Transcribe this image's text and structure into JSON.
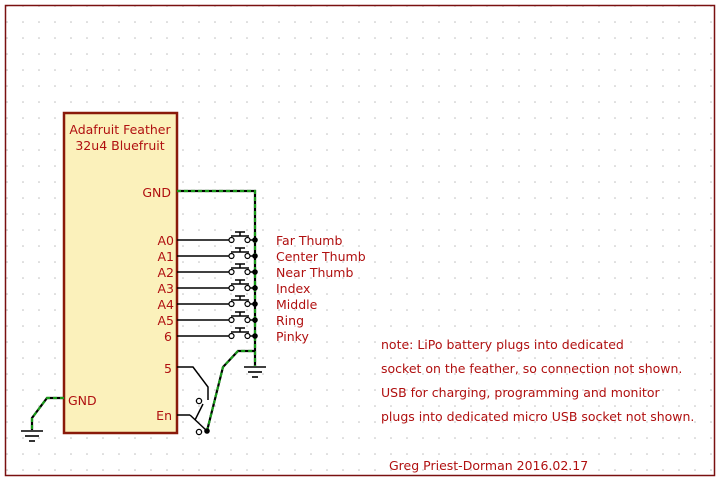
{
  "component": {
    "title_line1": "Adafruit Feather",
    "title_line2": "32u4 Bluefruit",
    "pins_right": [
      "GND",
      "A0",
      "A1",
      "A2",
      "A3",
      "A4",
      "A5",
      "6",
      "5",
      "En"
    ],
    "pin_left": "GND"
  },
  "switch_labels": [
    "Far Thumb",
    "Center Thumb",
    "Near Thumb",
    "Index",
    "Middle",
    "Ring",
    "Pinky"
  ],
  "notes": [
    "note: LiPo battery plugs into dedicated",
    "socket on the feather, so connection not shown.",
    "USB for charging, programming and monitor",
    "plugs into dedicated micro USB socket not shown."
  ],
  "credit": "Greg Priest-Dorman 2016.02.17",
  "colors": {
    "border": "#7a1010",
    "component_fill": "#fbf1bb",
    "component_stroke": "#8a1a0a",
    "pin_text": "#b01010",
    "wire": "#000000",
    "ground_net": "#1a8a1a",
    "note_text": "#b01010",
    "grid_dot": "#bdbdbd"
  }
}
